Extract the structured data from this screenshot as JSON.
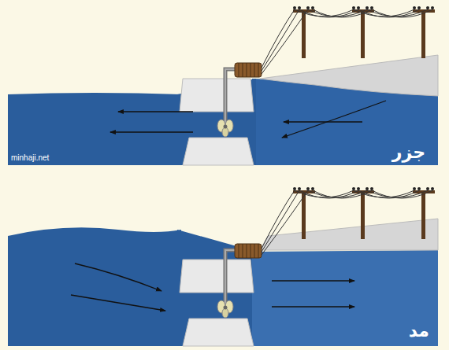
{
  "diagram": {
    "labels": [
      "minhaji.net",
      "جزر",
      "مد"
    ]
  }
}
